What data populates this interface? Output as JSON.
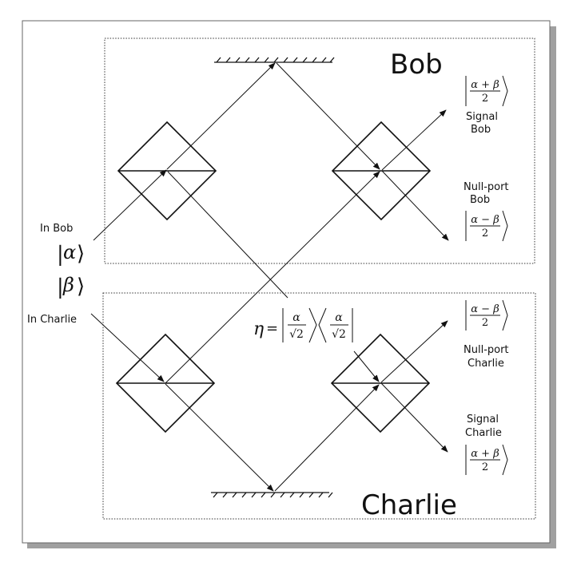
{
  "colors": {
    "stroke": "#111111",
    "frame_shadow": "#9a9a9a",
    "background": "#ffffff"
  },
  "boxes": {
    "bob_title": "Bob",
    "charlie_title": "Charlie"
  },
  "inputs": {
    "in_bob": "In Bob",
    "in_charlie": "In Charlie",
    "alpha_ket": {
      "open": "|",
      "symbol": "α",
      "close": "⟩"
    },
    "beta_ket": {
      "open": "|",
      "symbol": "β",
      "close": "⟩"
    }
  },
  "outputs": {
    "bob_signal": {
      "line1": "Signal",
      "line2": "Bob",
      "numerator": "α + β",
      "denominator": "2"
    },
    "bob_null": {
      "line1": "Null-port",
      "line2": "Bob",
      "numerator": "α − β",
      "denominator": "2"
    },
    "charlie_null": {
      "line1": "Null-port",
      "line2": "Charlie",
      "numerator": "α − β",
      "denominator": "2"
    },
    "charlie_signal": {
      "line1": "Signal",
      "line2": "Charlie",
      "numerator": "α + β",
      "denominator": "2"
    }
  },
  "eta": {
    "symbol": "η",
    "equals": "=",
    "numerator": "α",
    "denominator": "√2"
  }
}
